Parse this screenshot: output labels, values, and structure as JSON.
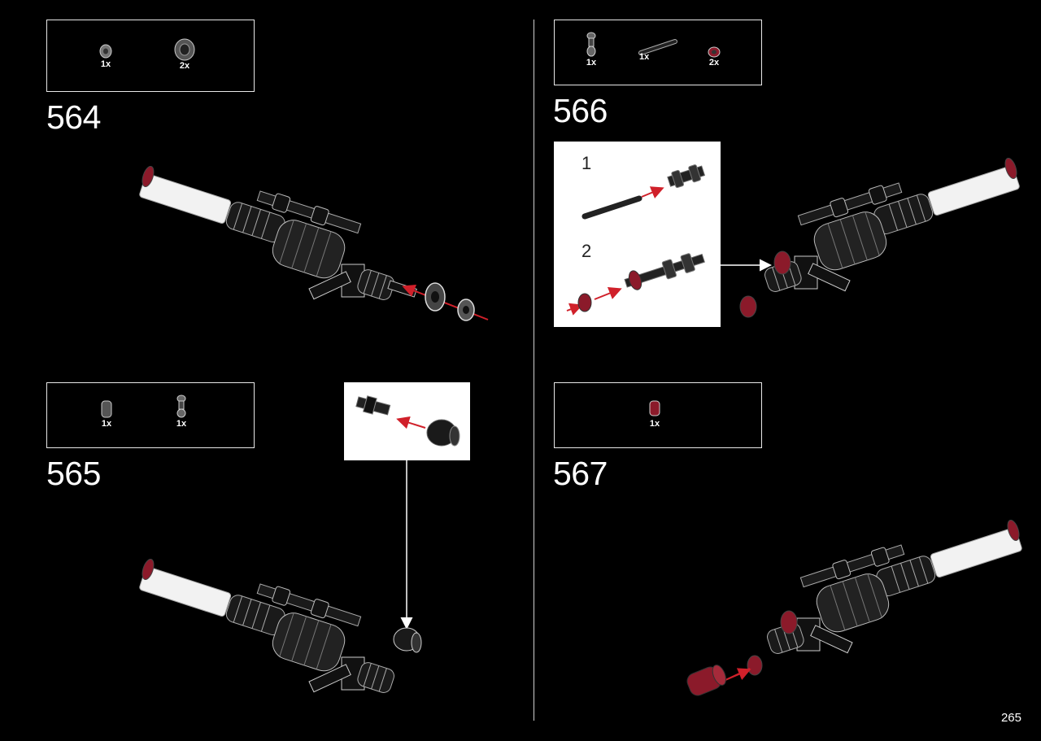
{
  "page": {
    "number": "265"
  },
  "steps": [
    {
      "number": "564",
      "parts": [
        {
          "name": "bushing",
          "qty": "1x"
        },
        {
          "name": "gear-wheel",
          "qty": "2x"
        }
      ]
    },
    {
      "number": "565",
      "parts": [
        {
          "name": "axle-connector",
          "qty": "1x"
        },
        {
          "name": "universal-joint",
          "qty": "1x"
        }
      ]
    },
    {
      "number": "566",
      "parts": [
        {
          "name": "universal-joint",
          "qty": "1x"
        },
        {
          "name": "axle",
          "qty": "1x"
        },
        {
          "name": "red-bushing",
          "qty": "2x"
        }
      ],
      "substeps": [
        "1",
        "2"
      ]
    },
    {
      "number": "567",
      "parts": [
        {
          "name": "red-connector",
          "qty": "1x"
        }
      ]
    }
  ],
  "colors": {
    "background": "#000000",
    "line": "#e8e8e8",
    "arrow_red": "#d0202a",
    "part_red": "#8b1a2a"
  }
}
